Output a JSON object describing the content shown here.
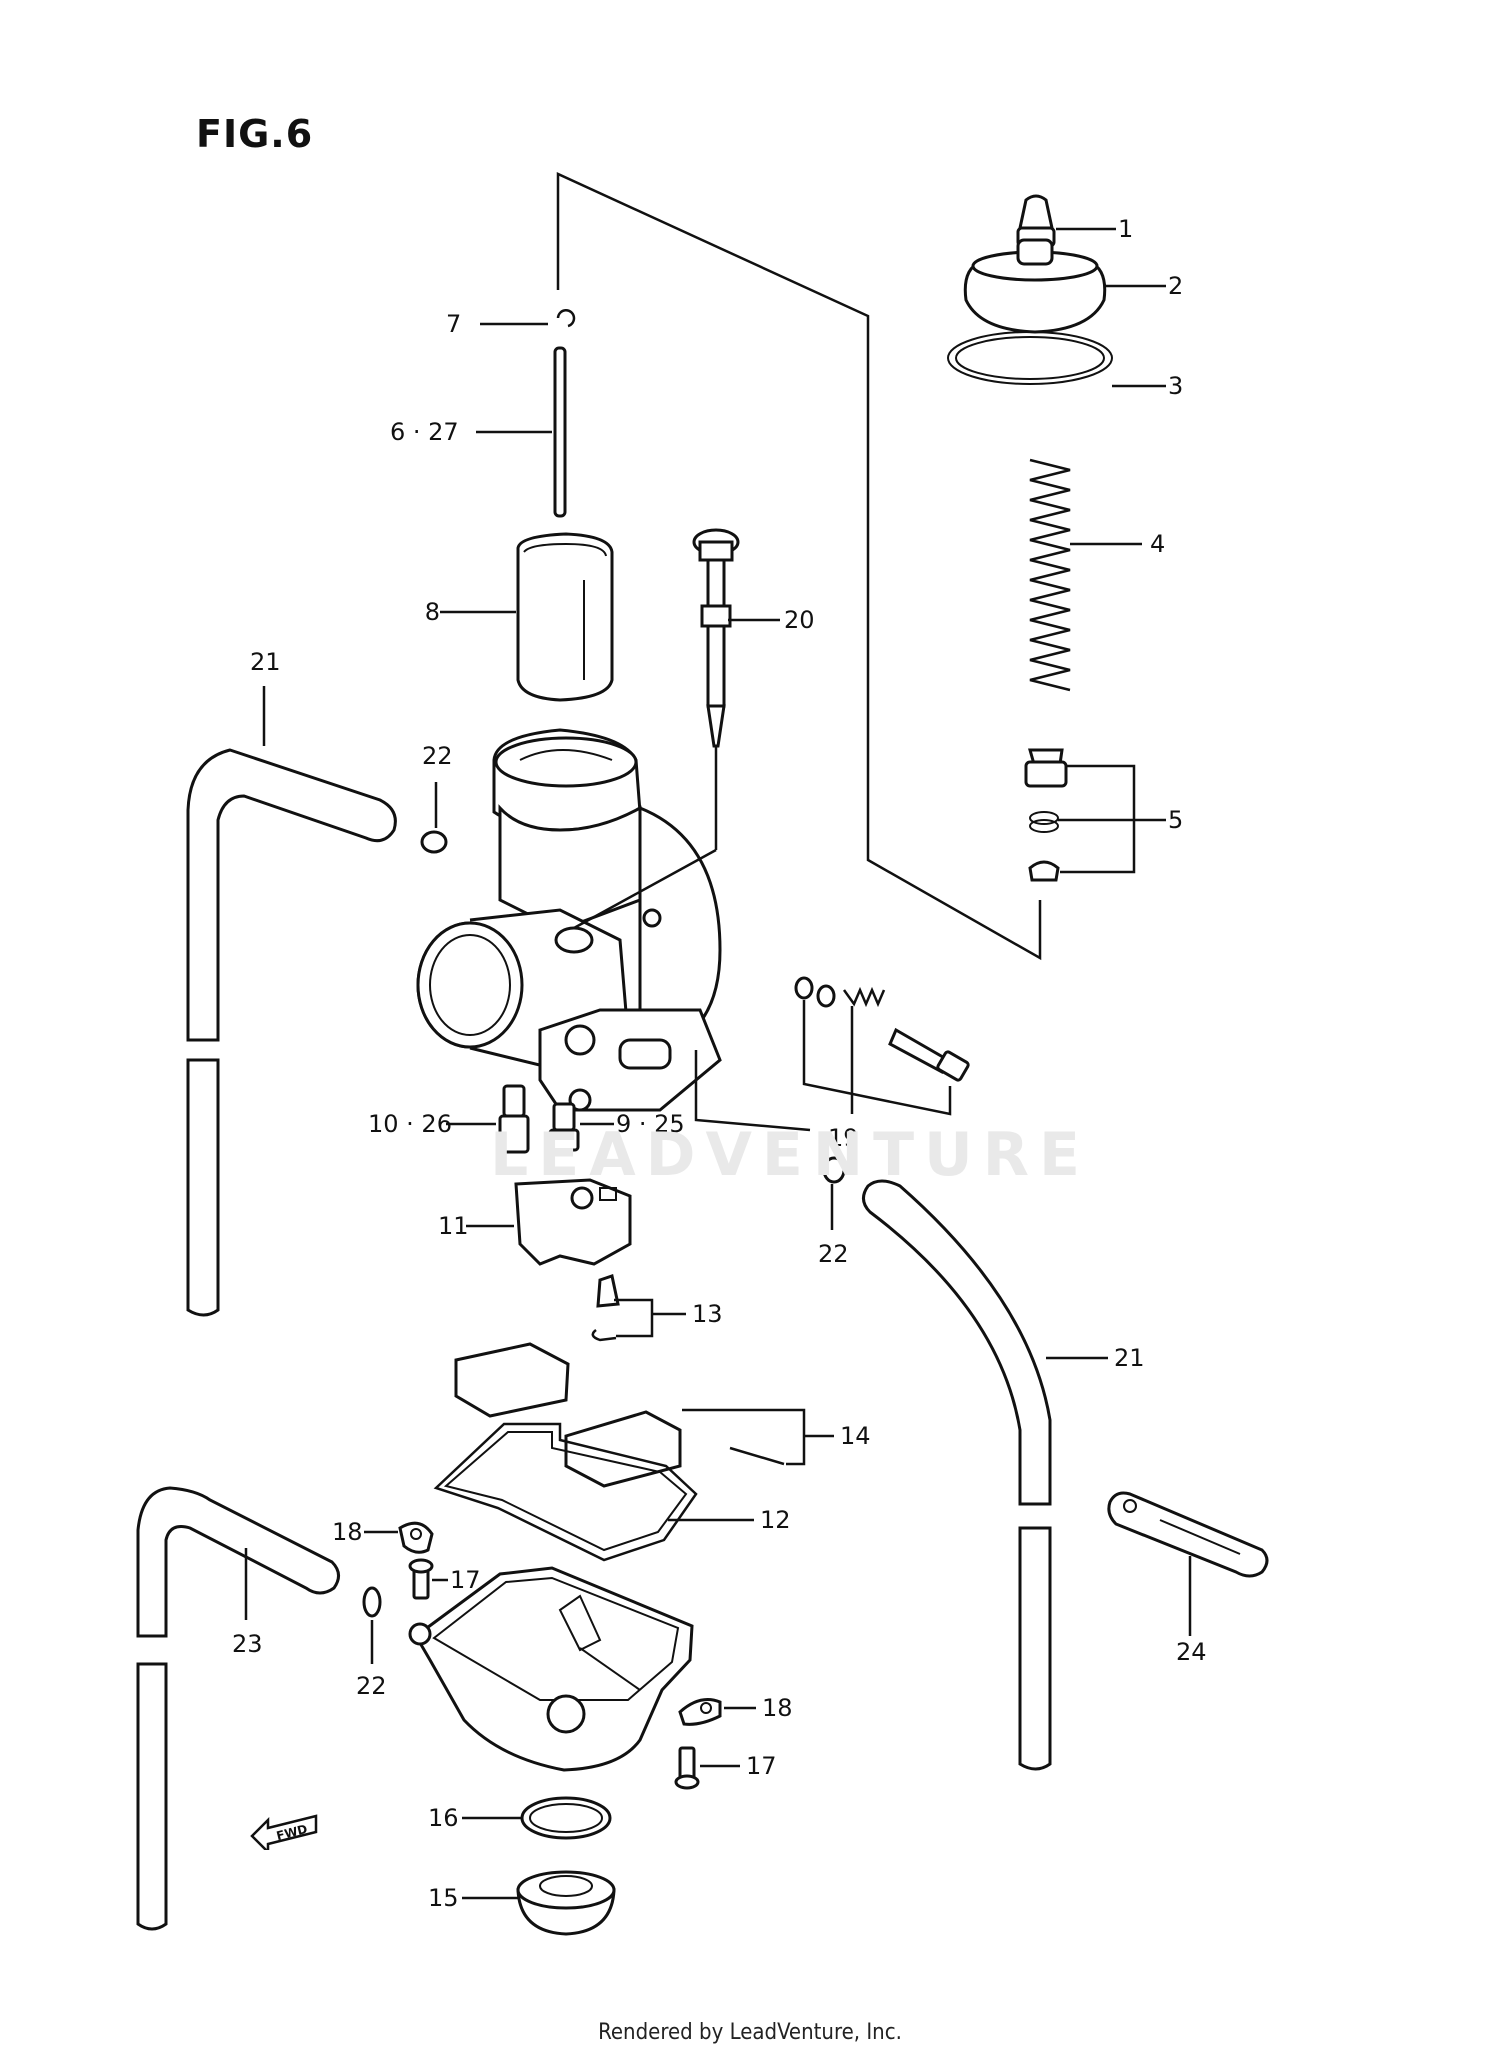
{
  "figure": {
    "title": "FIG.6"
  },
  "footer": {
    "text": "Rendered by LeadVenture, Inc."
  },
  "watermark": {
    "text": "LEADVENTURE"
  },
  "fwd_badge": {
    "text": "FWD"
  },
  "labels": {
    "p1": "1",
    "p2": "2",
    "p3": "3",
    "p4": "4",
    "p5": "5",
    "p6_27": "6 · 27",
    "p7": "7",
    "p8": "8",
    "p9_25": "9 · 25",
    "p10_26": "10 · 26",
    "p11": "11",
    "p12": "12",
    "p13": "13",
    "p14": "14",
    "p15": "15",
    "p16": "16",
    "p17a": "17",
    "p17b": "17",
    "p18a": "18",
    "p18b": "18",
    "p19": "19",
    "p20": "20",
    "p21a": "21",
    "p21b": "21",
    "p22a": "22",
    "p22b": "22",
    "p22c": "22",
    "p23": "23",
    "p24": "24"
  }
}
